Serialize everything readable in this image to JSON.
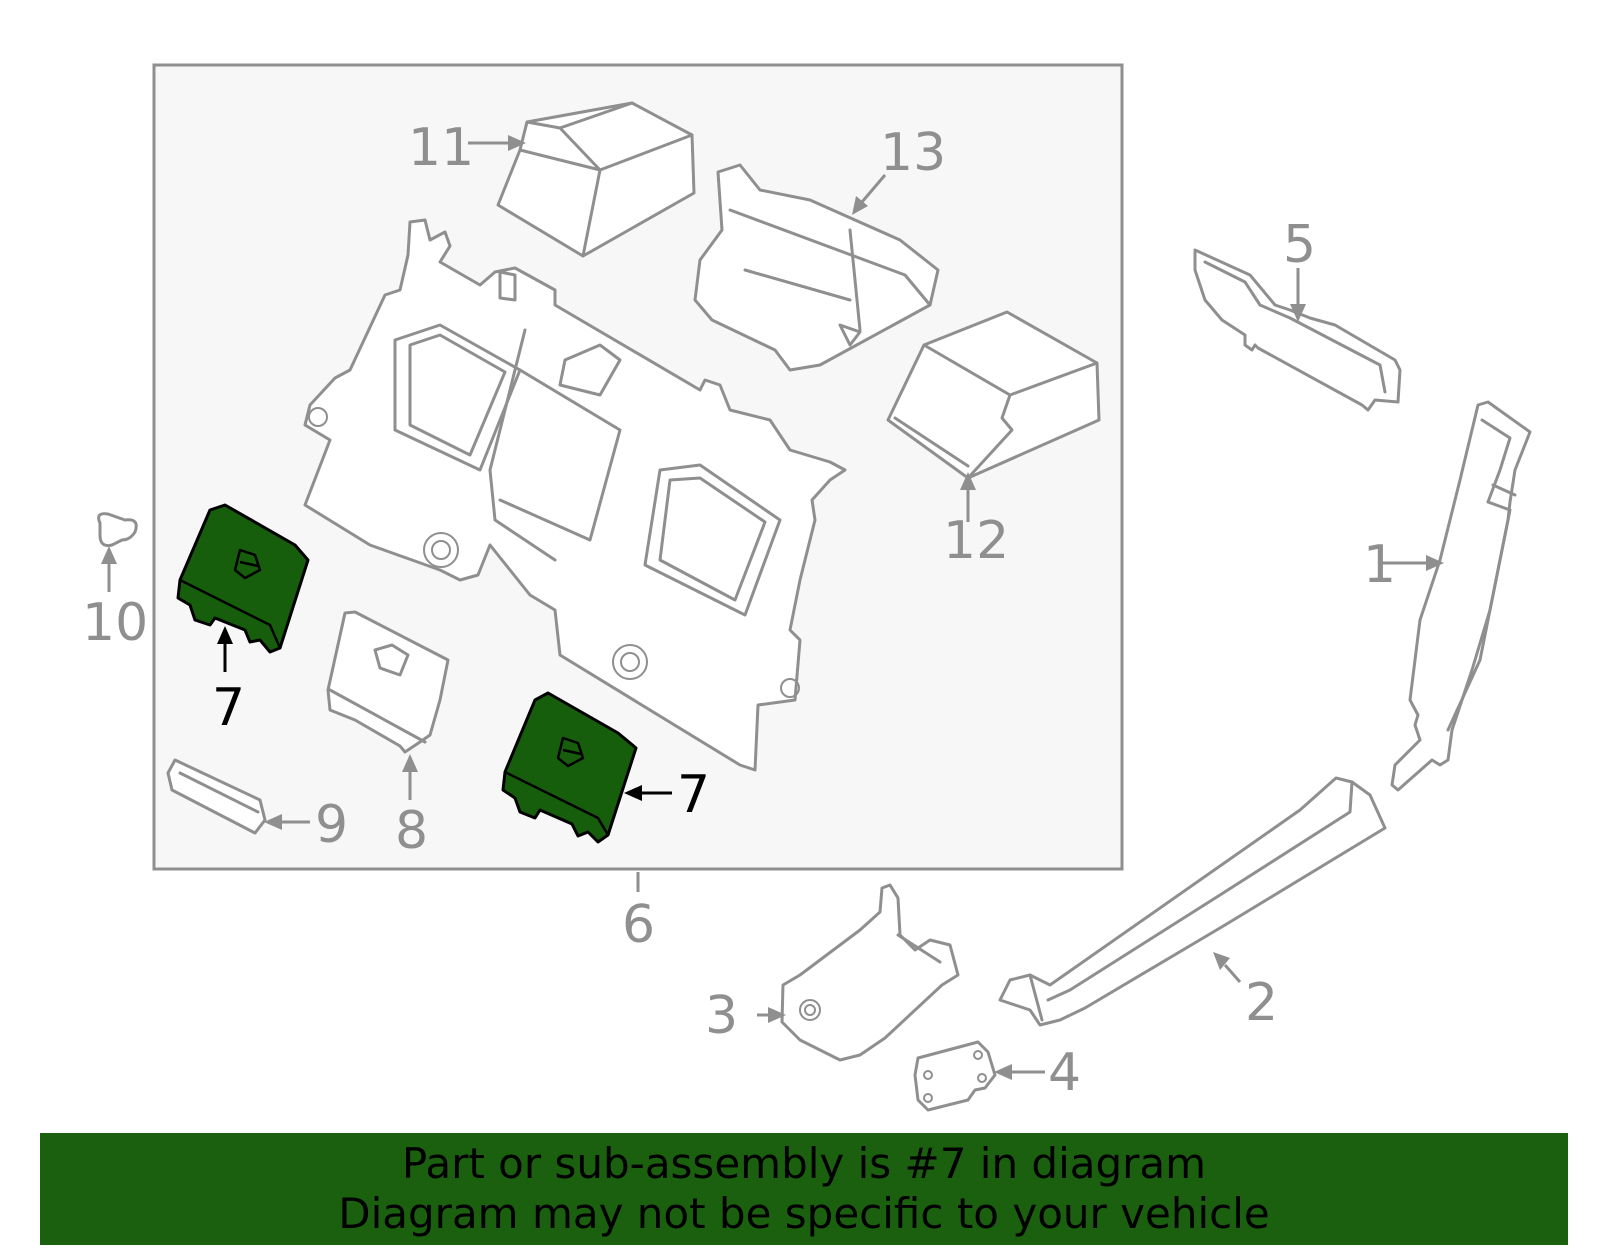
{
  "callouts": {
    "c1": "1",
    "c2": "2",
    "c3": "3",
    "c4": "4",
    "c5": "5",
    "c6": "6",
    "c7a": "7",
    "c7b": "7",
    "c8": "8",
    "c9": "9",
    "c10": "10",
    "c11": "11",
    "c12": "12",
    "c13": "13"
  },
  "highlight": {
    "part": "7",
    "color": "#165e0c"
  },
  "banner": {
    "line1": "Part or sub-assembly is #7 in diagram",
    "line2": "Diagram may not be specific to your vehicle",
    "color": "#1a600f"
  }
}
